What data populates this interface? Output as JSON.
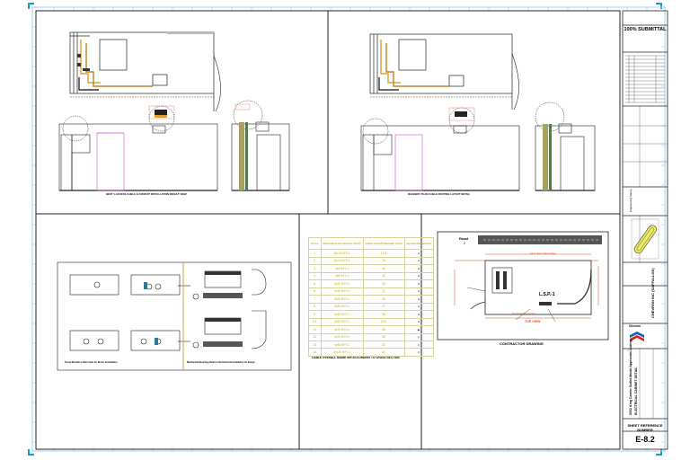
{
  "titleblock": {
    "submittal": "100% SUBMITTAL",
    "company": "CHEVRON INC (SAFFALLOS)",
    "project_vertical": "2002 King Carrier Outlet Model Approvals Listing",
    "project_vertical_2": "ELECTRICAL CABINET DETAIL",
    "seal_text": "Engineering Stamp",
    "sheet_reference_label": "SHEET REFERENCE NUMBER",
    "sheet_number": "E-8.2",
    "logo_word": "Chevron"
  },
  "drawings": {
    "top_left_caption": "BEST 1-ACCESS CABLE & CONDUIT INSTALLATION RESULT VIEW",
    "top_right_caption": "RACEWAY PLAN CABLE ROUTING LAYOUT DETAIL",
    "mid_left_caption_1": "Flood Elevation Plan View for Motor Installation",
    "mid_left_caption_2": "Mechanical Mounting Detail of the Electrical Installation for Pumps",
    "contractor_caption": "CONTRACTOR DRAWING",
    "road_label": "Road",
    "road_number": "2",
    "road_front": "back view (back side)",
    "pole_label": "L.S.P.-1",
    "top_view_label": "TOP VIEW",
    "front_view": "front view(front side)",
    "table_caption": "CABLE OVERALL DIAMETER ACCORDING TO CROSS SECTION"
  },
  "cable_table": {
    "headers": [
      "Cross",
      "Nominal Cross Section (mm²)",
      "Cable Overall Diameter (mm)",
      "Symbol Dimension"
    ],
    "rows": [
      [
        "1",
        "3x1.5 NYY-1",
        "13.5",
        "●"
      ],
      [
        "2",
        "3x2.5 NYY-1",
        "15",
        "●"
      ],
      [
        "3",
        "3x4 NYY-1",
        "16",
        "●"
      ],
      [
        "4",
        "3x6 NYY-1",
        "18",
        "●"
      ],
      [
        "5",
        "3x10 NYY-1",
        "20",
        "●"
      ],
      [
        "6",
        "3x16 NYY-1",
        "22",
        "●"
      ],
      [
        "7",
        "3x25 NYY-1",
        "26",
        "●"
      ],
      [
        "8",
        "3x35 NYY-1",
        "27",
        "●"
      ],
      [
        "9",
        "4x35 NYY-1",
        "28",
        "●"
      ],
      [
        "9.1",
        "4x50 NYY-1",
        "32.5",
        "●"
      ],
      [
        "11",
        "3x70 NYY-1",
        "35",
        "◉"
      ],
      [
        "12",
        "4x70 NYY-1",
        "38",
        "◎"
      ],
      [
        "13",
        "4x95 NYY-1",
        "42",
        "◎"
      ],
      [
        "14",
        "4x120 NYY-1",
        "47",
        "◎"
      ]
    ]
  }
}
